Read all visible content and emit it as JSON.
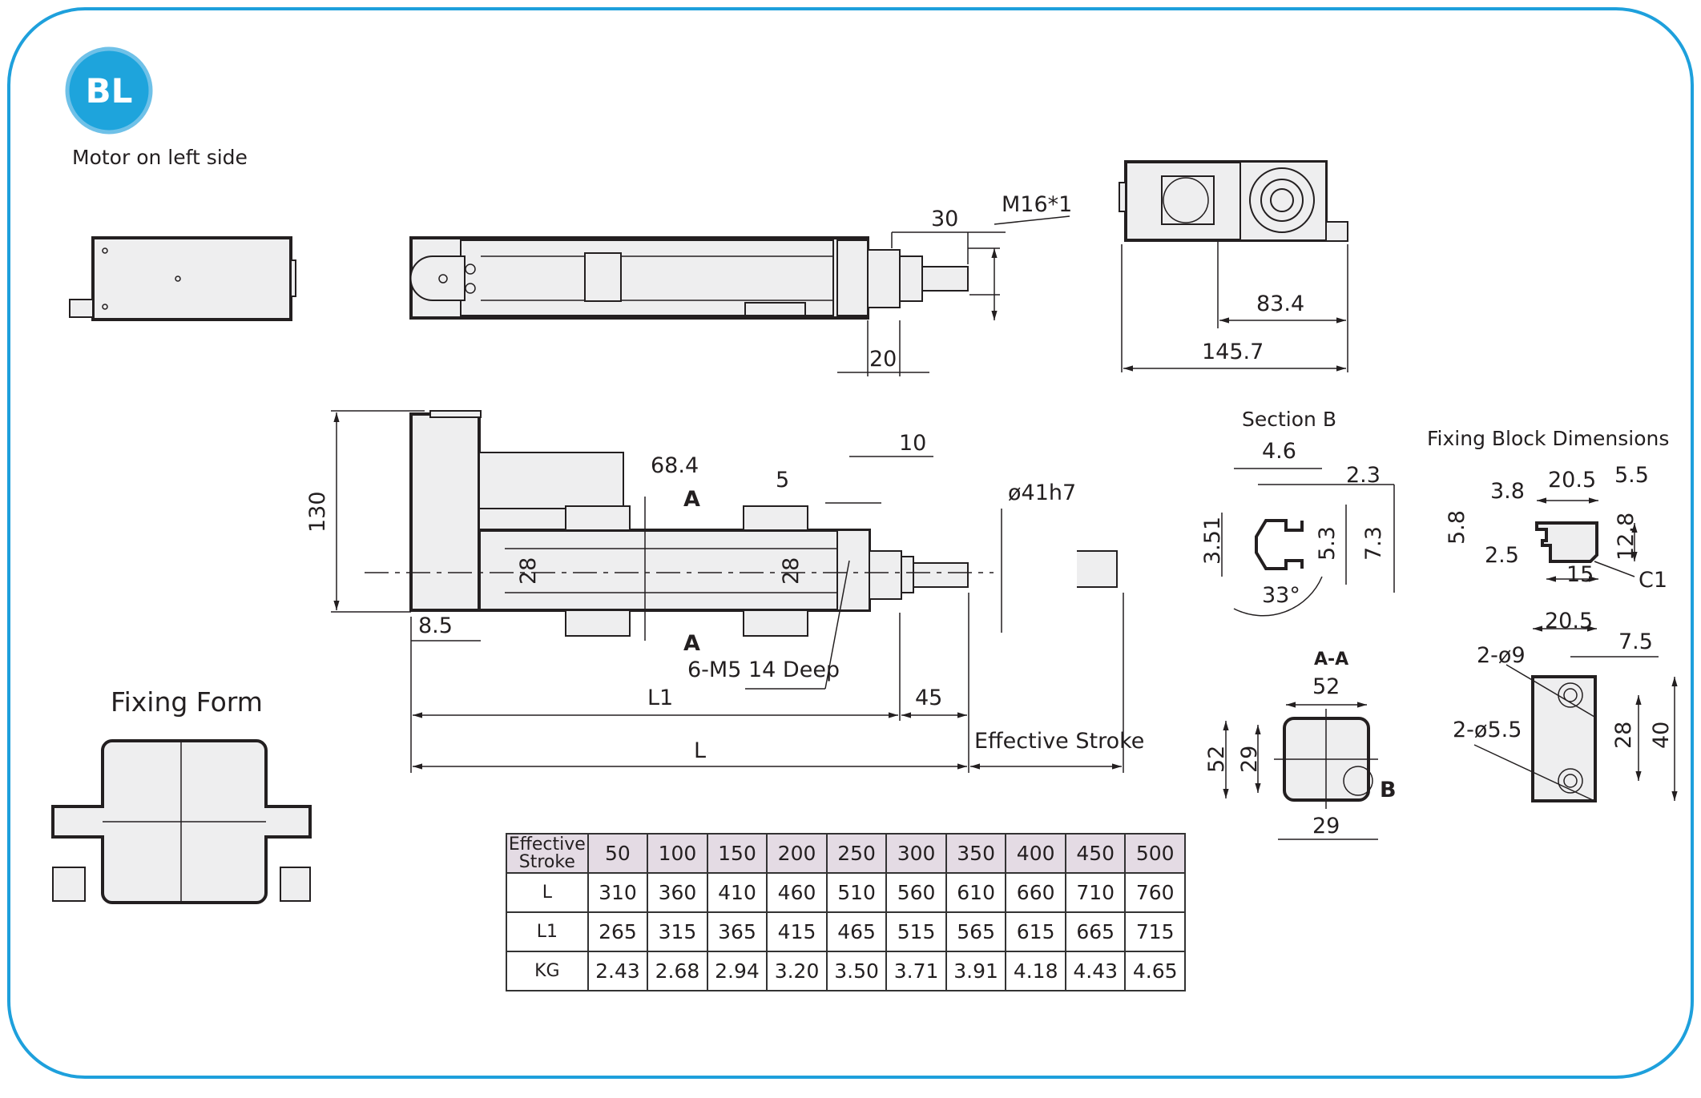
{
  "badge": {
    "label": "BL",
    "color": "#1ea4dc"
  },
  "subtitle": "Motor on left side",
  "frame_color": "#1ea0dc",
  "top_view": {
    "d_30": "30",
    "thread": "M16*1",
    "d_20": "20"
  },
  "end_view": {
    "d_83_4": "83.4",
    "d_145_7": "145.7"
  },
  "main_view": {
    "d_130": "130",
    "d_68_4": "68.4",
    "d_5": "5",
    "d_10": "10",
    "rod_dia": "ø41h7",
    "d_8_5": "8.5",
    "d_28_left": "28",
    "d_28_right": "28",
    "holes": "6-M5  14 Deep",
    "L1": "L1",
    "d_45": "45",
    "L": "L",
    "effective_stroke": "Effective Stroke",
    "section_mark_top": "A",
    "section_mark_bottom": "A"
  },
  "fixing_form": {
    "title": "Fixing Form"
  },
  "section_b": {
    "title": "Section B",
    "d_4_6": "4.6",
    "d_2_3": "2.3",
    "d_3_51": "3.51",
    "d_5_3": "5.3",
    "d_7_3": "7.3",
    "angle": "33°"
  },
  "section_aa": {
    "title": "A-A",
    "w_52": "52",
    "h_52": "52",
    "h_29": "29",
    "w_29": "29",
    "detail": "B"
  },
  "fixing_block": {
    "title": "Fixing Block Dimensions",
    "d_3_8": "3.8",
    "d_20_5_top": "20.5",
    "d_5_5": "5.5",
    "d_5_8": "5.8",
    "d_2_5": "2.5",
    "d_12_8": "12.8",
    "d_15": "15",
    "chamfer": "C1",
    "d_20_5": "20.5",
    "d_7_5": "7.5",
    "counterbore": "2-ø9",
    "hole": "2-ø5.5",
    "d_28": "28",
    "d_40": "40"
  },
  "table": {
    "header_label": "Effective Stroke",
    "strokes": [
      "50",
      "100",
      "150",
      "200",
      "250",
      "300",
      "350",
      "400",
      "450",
      "500"
    ],
    "rows": [
      {
        "label": "L",
        "values": [
          "310",
          "360",
          "410",
          "460",
          "510",
          "560",
          "610",
          "660",
          "710",
          "760"
        ]
      },
      {
        "label": "L1",
        "values": [
          "265",
          "315",
          "365",
          "415",
          "465",
          "515",
          "565",
          "615",
          "665",
          "715"
        ]
      },
      {
        "label": "KG",
        "values": [
          "2.43",
          "2.68",
          "2.94",
          "3.20",
          "3.50",
          "3.71",
          "3.91",
          "4.18",
          "4.43",
          "4.65"
        ]
      }
    ]
  }
}
